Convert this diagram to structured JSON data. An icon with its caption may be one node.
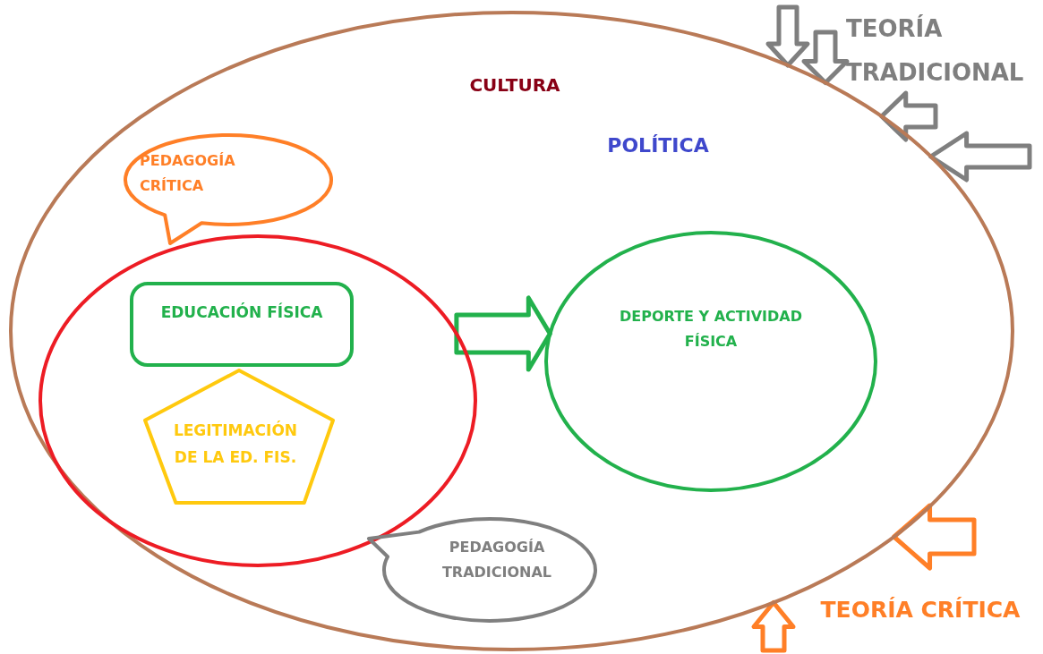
{
  "diagram": {
    "nodes": [
      {
        "text": [
          "CULTURA",
          "POLÍTICA"
        ]
      },
      {
        "text": [
          "PEDAGOGÍA CRÍTICA"
        ],
        "in": 0
      },
      {
        "text": [],
        "shape": "circle",
        "in": 0
      },
      {
        "text": [
          "EDUCACIÓN FÍSICA"
        ],
        "in": 2
      },
      {
        "text": [
          "LEGITIMACIÓN DE LA ED. FIS."
        ],
        "in": 2
      },
      {
        "text": [
          "DEPORTE Y ACTIVIDAD FÍSICA"
        ],
        "in": 0
      },
      {
        "text": [
          "PEDAGOGÍA TRADICIONAL"
        ],
        "in": 0
      },
      {
        "text": [
          "TEORÍA TRADICIONAL"
        ]
      },
      {
        "text": [
          "TEORÍA CRÍTICA"
        ]
      }
    ],
    "edges": [
      {
        "from": 2,
        "to": 5,
        "arrow": "to",
        "color": "#22b14c"
      },
      {
        "from": 7,
        "to": 0,
        "arrow": "to"
      },
      {
        "from": 7,
        "to": 0,
        "arrow": "to"
      },
      {
        "from": 7,
        "to": 0,
        "arrow": "to"
      },
      {
        "from": 7,
        "to": 0,
        "arrow": "to"
      },
      {
        "from": 8,
        "to": 0,
        "arrow": "to",
        "color": "#ff7f27"
      },
      {
        "from": 8,
        "to": 0,
        "arrow": "to",
        "color": "#ff7f27"
      }
    ]
  }
}
